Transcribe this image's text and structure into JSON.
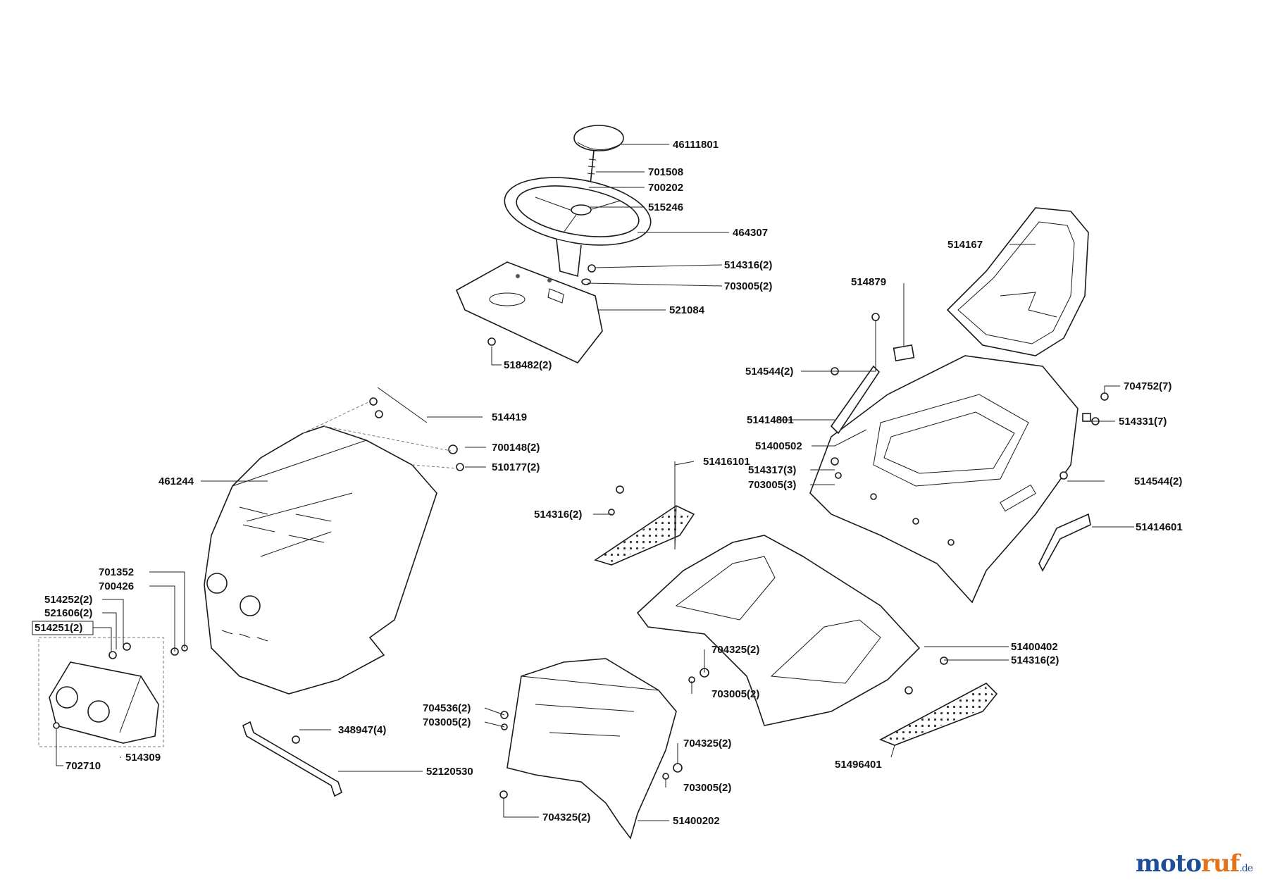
{
  "parts": {
    "p46111801": "46111801",
    "p701508": "701508",
    "p700202": "700202",
    "p515246": "515246",
    "p464307": "464307",
    "p514316_a": "514316(2)",
    "p703005_a": "703005(2)",
    "p521084": "521084",
    "p518482": "518482(2)",
    "p514167": "514167",
    "p514879": "514879",
    "p514544_a": "514544(2)",
    "p704752": "704752(7)",
    "p51414801": "51414801",
    "p514331": "514331(7)",
    "p51400502": "51400502",
    "p514419": "514419",
    "p700148": "700148(2)",
    "p510177": "510177(2)",
    "p51416101": "51416101",
    "p514317": "514317(3)",
    "p703005_b": "703005(3)",
    "p514544_b": "514544(2)",
    "p461244": "461244",
    "p514316_b": "514316(2)",
    "p51414601": "51414601",
    "p701352": "701352",
    "p700426": "700426",
    "p514252": "514252(2)",
    "p521606": "521606(2)",
    "p514251": "514251(2)",
    "p704325_a": "704325(2)",
    "p51400402": "51400402",
    "p514316_c": "514316(2)",
    "p703005_c": "703005(2)",
    "p704536": "704536(2)",
    "p703005_d": "703005(2)",
    "p348947": "348947(4)",
    "p704325_b": "704325(2)",
    "p703005_e": "703005(2)",
    "p702710": "702710",
    "p514309": "514309",
    "p52120530": "52120530",
    "p51496401": "51496401",
    "p704325_c": "704325(2)",
    "p51400202": "51400202"
  },
  "watermark": {
    "main": "moto",
    "accent": "ruf",
    "tld": ".de"
  }
}
